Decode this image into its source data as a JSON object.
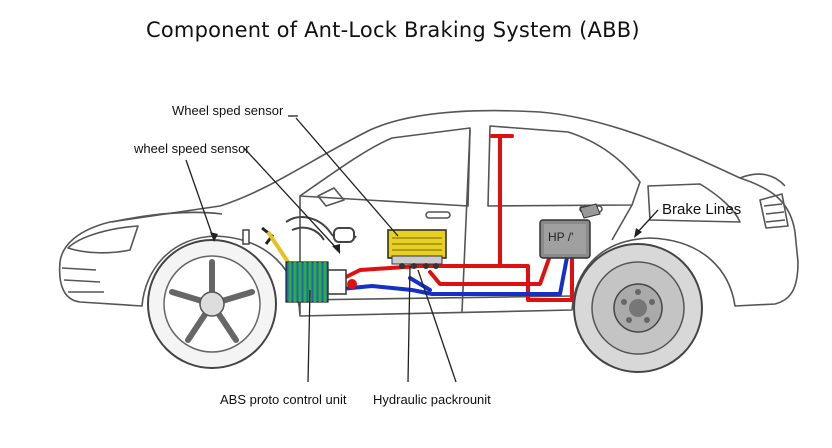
{
  "title": "Component of Ant-Lock Braking System (ABB)",
  "labels": {
    "wheel_speed_sensor_top": "Wheel sped sensor",
    "wheel_speed_sensor_left": "wheel speed sensor",
    "brake_lines": "Brake Lines",
    "abs_control_unit": "ABS proto control unit",
    "hydraulic_unit": "Hydraulic packrounit",
    "module_marking": "HP /'"
  },
  "colors": {
    "outline": "#555555",
    "brake_line_red": "#e01010",
    "brake_line_blue": "#1530c8",
    "control_unit_yellow": "#e8d020",
    "hydraulic_green": "#30b030",
    "hydraulic_blue": "#2060d0",
    "module_gray": "#8a8a8a"
  }
}
